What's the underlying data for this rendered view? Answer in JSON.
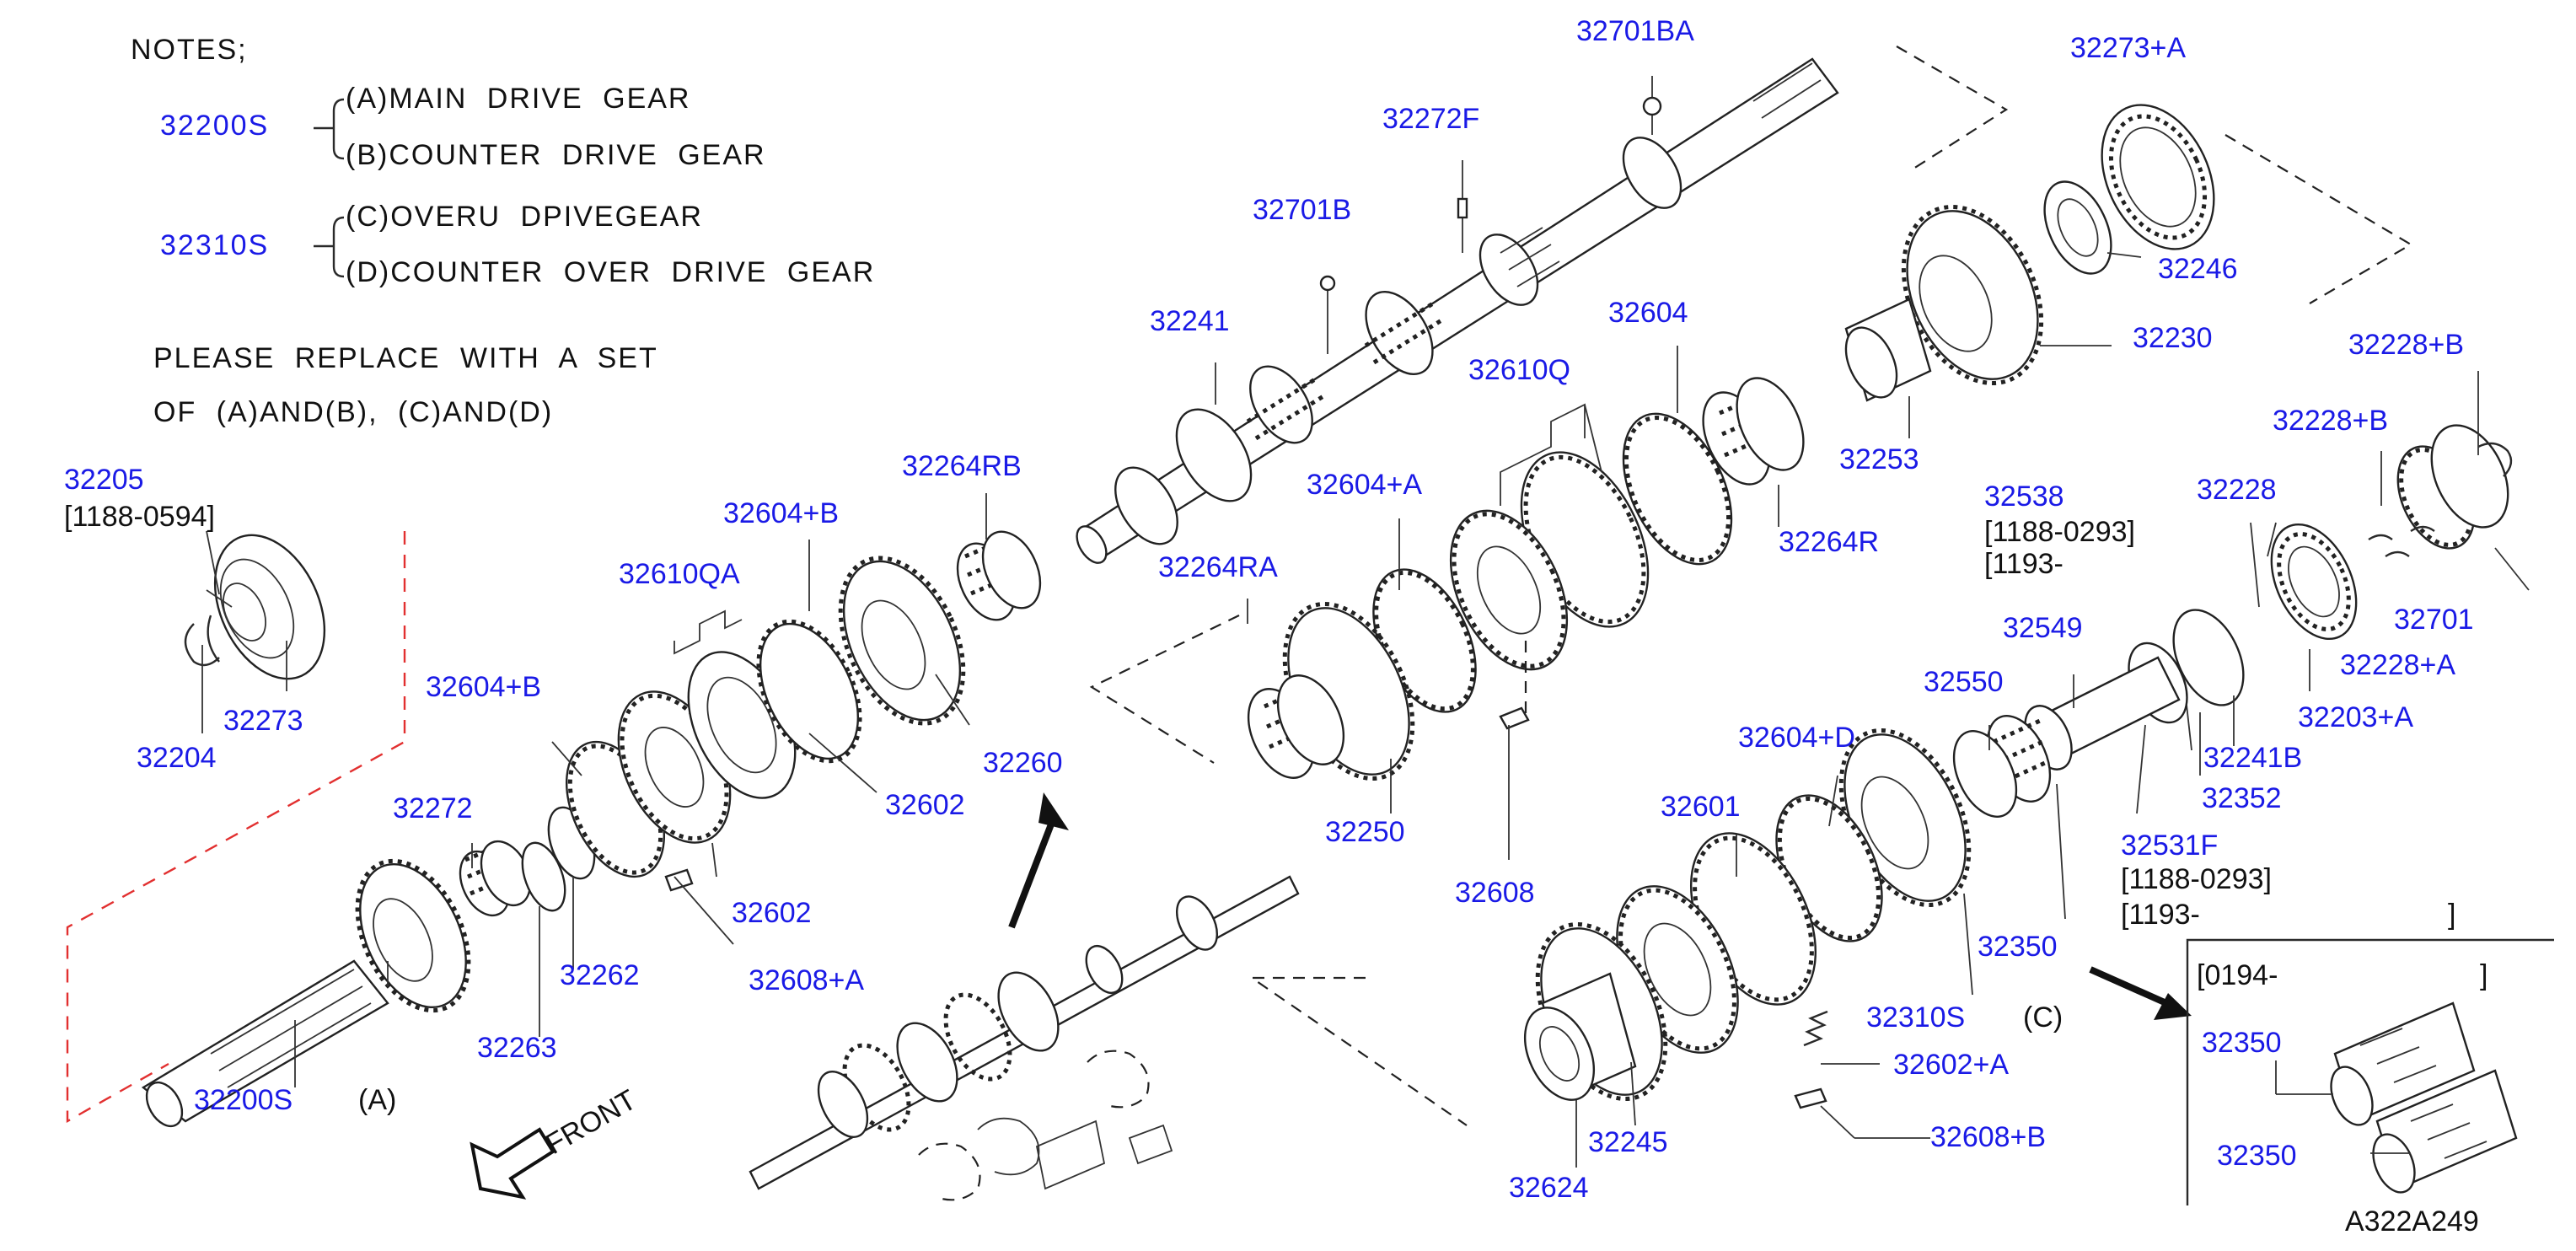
{
  "notes": {
    "heading": "NOTES;",
    "set1": {
      "part": "32200S",
      "a": "(A)MAIN DRIVE GEAR",
      "b": "(B)COUNTER DRIVE GEAR"
    },
    "set2": {
      "part": "32310S",
      "c": "(C)OVERU DPIVEGEAR",
      "d": "(D)COUNTER OVER DRIVE GEAR"
    },
    "instruction_line1": "PLEASE REPLACE WITH A SET",
    "instruction_line2": "OF (A)AND(B), (C)AND(D)"
  },
  "parts": {
    "p32205": "32205",
    "p32205_range": "[1188-0594]",
    "p32204": "32204",
    "p32273": "32273",
    "p32272": "32272",
    "p32200S": "32200S",
    "p32604B_1": "32604+B",
    "p32263": "32263",
    "p32262": "32262",
    "p32602_1": "32602",
    "p32608A": "32608+A",
    "p32610QA": "32610QA",
    "p32604B_2": "32604+B",
    "p32602_2": "32602",
    "p32264RB": "32264RB",
    "p32260": "32260",
    "p32241": "32241",
    "p32701B": "32701B",
    "p32272F": "32272F",
    "p32701BA": "32701BA",
    "p32273A": "32273+A",
    "p32246": "32246",
    "p32230": "32230",
    "p32253": "32253",
    "p32604_top": "32604",
    "p32610Q": "32610Q",
    "p32264R": "32264R",
    "p32604A": "32604+A",
    "p32264RA": "32264RA",
    "p32250": "32250",
    "p32608": "32608",
    "p32228B_1": "32228+B",
    "p32228B_2": "32228+B",
    "p32228": "32228",
    "p32538": "32538",
    "p32538_range1": "[1188-0293]",
    "p32538_range2": "[1193-",
    "p32549": "32549",
    "p32701": "32701",
    "p32228A": "32228+A",
    "p32550": "32550",
    "p32203A": "32203+A",
    "p32241B": "32241B",
    "p32352": "32352",
    "p32604D": "32604+D",
    "p32601": "32601",
    "p32531F": "32531F",
    "p32531F_range1": "[1188-0293]",
    "p32531F_range2": "[1193-",
    "p32531F_range2_end": "]",
    "p32350_main": "32350",
    "p32310S": "32310S",
    "p32602A": "32602+A",
    "p32608B": "32608+B",
    "p32245": "32245",
    "p32624": "32624",
    "label_A_upper": "(A)",
    "label_C": "(C)"
  },
  "inset": {
    "range_start": "[0194-",
    "range_end": "]",
    "part1": "32350",
    "part2": "32350"
  },
  "front_label": "FRONT",
  "figure_code": "A322A249"
}
